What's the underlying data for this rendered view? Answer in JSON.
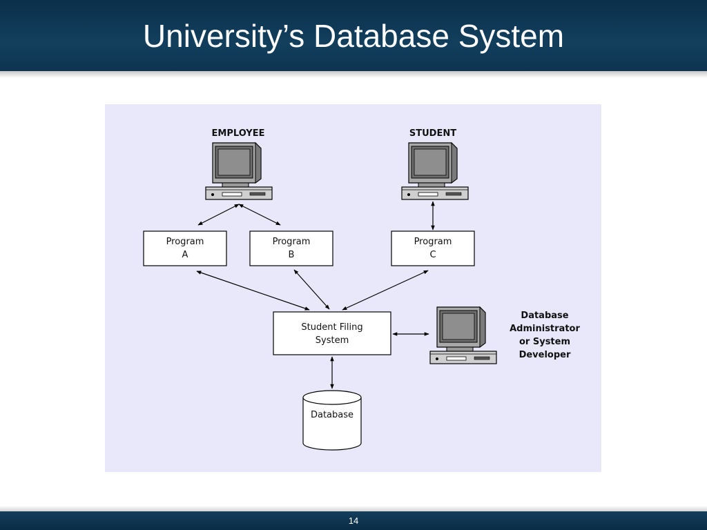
{
  "slide": {
    "title": "University’s Database System",
    "page_number": "14"
  },
  "diagram": {
    "users": {
      "employee": "EMPLOYEE",
      "student": "STUDENT",
      "dba_line1": "Database",
      "dba_line2": "Administrator",
      "dba_line3": "or System",
      "dba_line4": "Developer"
    },
    "programs": {
      "a_line1": "Program",
      "a_line2": "A",
      "b_line1": "Program",
      "b_line2": "B",
      "c_line1": "Program",
      "c_line2": "C"
    },
    "filing_system": {
      "line1": "Student Filing",
      "line2": "System"
    },
    "database": "Database",
    "connections": [
      {
        "from": "employee-computer",
        "to": "program-a",
        "direction": "both"
      },
      {
        "from": "employee-computer",
        "to": "program-b",
        "direction": "both"
      },
      {
        "from": "student-computer",
        "to": "program-c",
        "direction": "both"
      },
      {
        "from": "program-a",
        "to": "student-filing-system",
        "direction": "both"
      },
      {
        "from": "program-b",
        "to": "student-filing-system",
        "direction": "both"
      },
      {
        "from": "program-c",
        "to": "student-filing-system",
        "direction": "both"
      },
      {
        "from": "student-filing-system",
        "to": "dba-computer",
        "direction": "both"
      },
      {
        "from": "student-filing-system",
        "to": "database",
        "direction": "both"
      }
    ]
  }
}
